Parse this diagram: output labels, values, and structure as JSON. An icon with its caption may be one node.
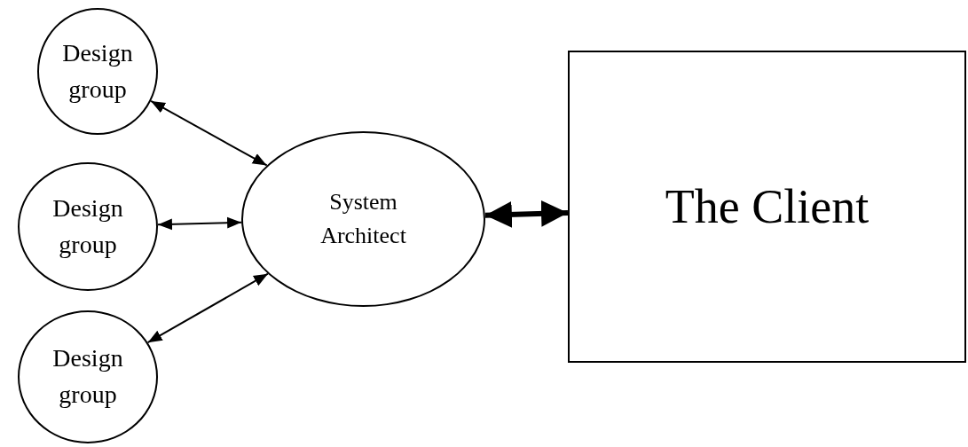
{
  "diagram": {
    "nodes": [
      {
        "text": [
          "Design group"
        ]
      },
      {
        "text": [
          "Design group"
        ]
      },
      {
        "text": [
          "Design group"
        ]
      },
      {
        "text": [
          "System Architect"
        ]
      },
      {
        "text": [
          "The Client"
        ]
      }
    ],
    "edges": [
      {
        "from": 0,
        "to": 3,
        "arrow": "both"
      },
      {
        "from": 1,
        "to": 3,
        "arrow": "both"
      },
      {
        "from": 2,
        "to": 3,
        "arrow": "both"
      },
      {
        "from": 3,
        "to": 4,
        "arrow": "both",
        "style": "thick"
      }
    ]
  }
}
